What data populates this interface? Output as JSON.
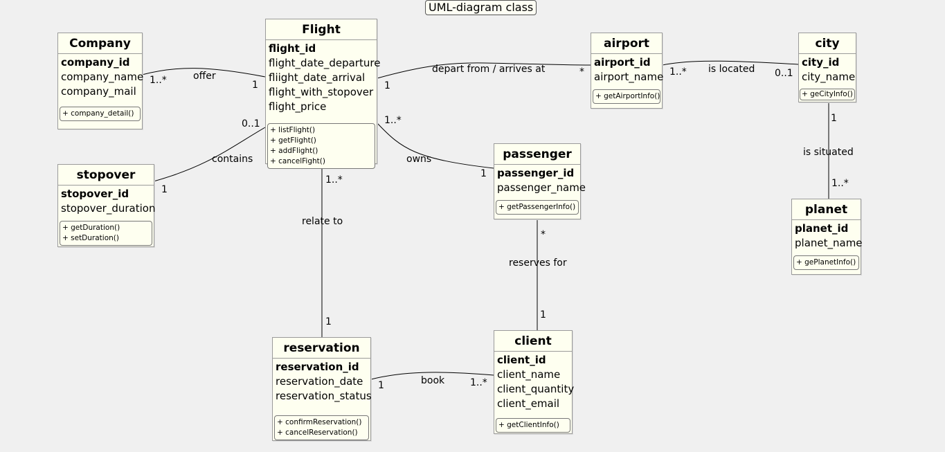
{
  "title": "UML-diagram class",
  "classes": {
    "company": {
      "name": "Company",
      "attributes": [
        "company_id",
        "company_name",
        "company_mail"
      ],
      "operations": [
        "+ company_detail()"
      ]
    },
    "flight": {
      "name": "Flight",
      "attributes": [
        "flight_id",
        "flight_date_departure",
        "fliight_date_arrival",
        "flight_with_stopover",
        "flight_price"
      ],
      "operations": [
        "+ listFlight()",
        "+ getFlight()",
        "+ addFlight()",
        "+ cancelFight()"
      ]
    },
    "airport": {
      "name": "airport",
      "attributes": [
        "airport_id",
        "airport_name"
      ],
      "operations": [
        "+ getAirportInfo()"
      ]
    },
    "city": {
      "name": "city",
      "attributes": [
        "city_id",
        "city_name"
      ],
      "operations": [
        "+ geCityInfo()"
      ]
    },
    "stopover": {
      "name": "stopover",
      "attributes": [
        "stopover_id",
        "stopover_duration"
      ],
      "operations": [
        "+ getDuration()",
        "+ setDuration()"
      ]
    },
    "passenger": {
      "name": "passenger",
      "attributes": [
        "passenger_id",
        "passenger_name"
      ],
      "operations": [
        "+ getPassengerInfo()"
      ]
    },
    "planet": {
      "name": "planet",
      "attributes": [
        "planet_id",
        "planet_name"
      ],
      "operations": [
        "+ gePlanetInfo()"
      ]
    },
    "reservation": {
      "name": "reservation",
      "attributes": [
        "reservation_id",
        "reservation_date",
        "reservation_status"
      ],
      "operations": [
        "+ confirmReservation()",
        "+ cancelReservation()"
      ]
    },
    "client": {
      "name": "client",
      "attributes": [
        "client_id",
        "client_name",
        "client_quantity",
        "client_email"
      ],
      "operations": [
        "+ getClientInfo()"
      ]
    }
  },
  "associations": [
    {
      "id": "offer",
      "label": "offer",
      "from": "Company",
      "to": "Flight",
      "from_mult": "1..*",
      "to_mult": "1"
    },
    {
      "id": "depart",
      "label": "depart from / arrives at",
      "from": "Flight",
      "to": "airport",
      "from_mult": "1",
      "to_mult": "*"
    },
    {
      "id": "located",
      "label": "is located",
      "from": "airport",
      "to": "city",
      "from_mult": "1..*",
      "to_mult": "0..1"
    },
    {
      "id": "situated",
      "label": "is situated",
      "from": "city",
      "to": "planet",
      "from_mult": "1",
      "to_mult": "1..*"
    },
    {
      "id": "contains",
      "label": "contains",
      "from": "Flight",
      "to": "stopover",
      "from_mult": "0..1",
      "to_mult": "1"
    },
    {
      "id": "owns",
      "label": "owns",
      "from": "Flight",
      "to": "passenger",
      "from_mult": "1..*",
      "to_mult": "1"
    },
    {
      "id": "relate",
      "label": "relate to",
      "from": "Flight",
      "to": "reservation",
      "from_mult": "1..*",
      "to_mult": "1"
    },
    {
      "id": "reserves",
      "label": "reserves for",
      "from": "passenger",
      "to": "client",
      "from_mult": "*",
      "to_mult": "1"
    },
    {
      "id": "book",
      "label": "book",
      "from": "reservation",
      "to": "client",
      "from_mult": "1",
      "to_mult": "1..*"
    }
  ]
}
